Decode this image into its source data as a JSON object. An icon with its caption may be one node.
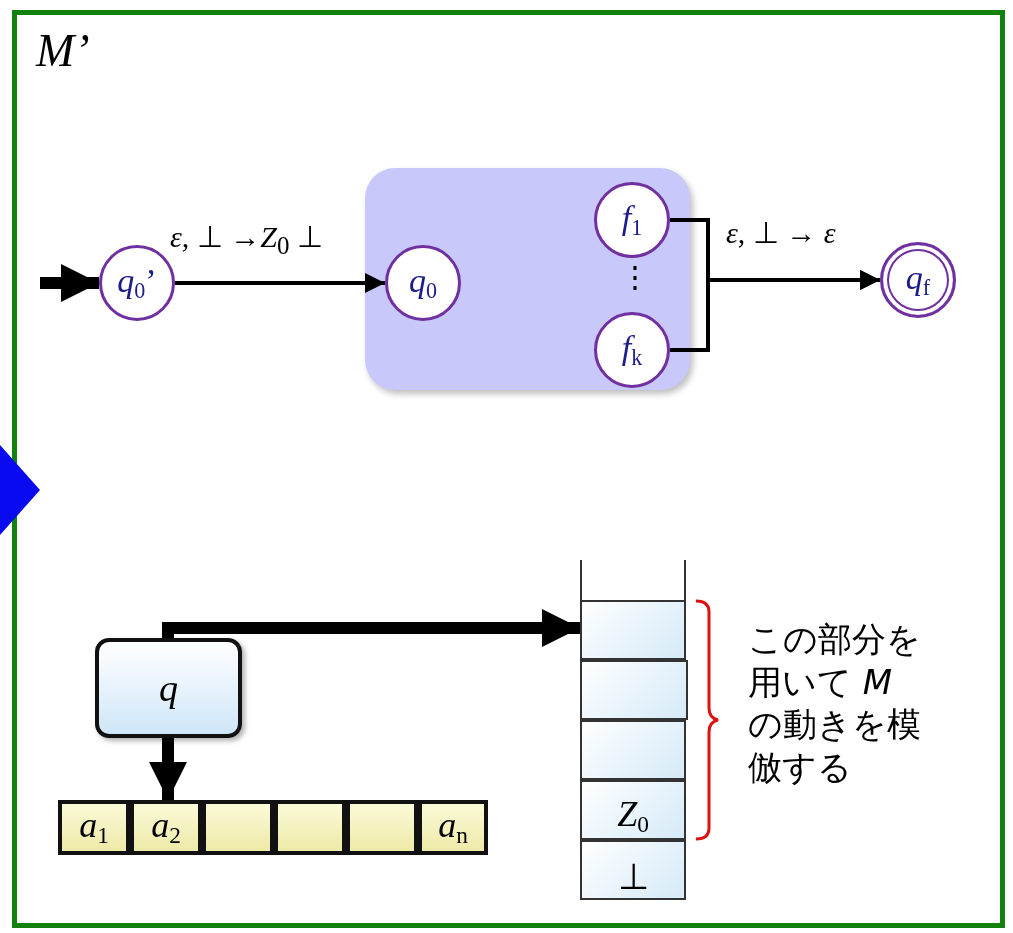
{
  "diagram": {
    "nodes": [
      {
        "text": [
          "M’"
        ]
      },
      {
        "text": [
          "*q*$_{0}$’"
        ],
        "in": 0
      },
      {
        "text": [],
        "shape": "box",
        "in": 0
      },
      {
        "text": [
          "*q*$_{0}$"
        ],
        "in": 2
      },
      {
        "text": [
          "*f*$_{1}$"
        ],
        "in": 2
      },
      {
        "text": [
          "*f*$_{k}$"
        ],
        "in": 2
      },
      {
        "text": [
          "*q*$_{f}$"
        ],
        "in": 0
      },
      {
        "text": [
          "q"
        ],
        "in": 0
      },
      {
        "text": [
          "*a*$_{1}$"
        ],
        "in": 0
      },
      {
        "text": [
          "*a*$_{2}$"
        ],
        "in": 0
      },
      {
        "text": [],
        "shape": "box",
        "in": 0
      },
      {
        "text": [],
        "shape": "box",
        "in": 0
      },
      {
        "text": [],
        "shape": "box",
        "in": 0
      },
      {
        "text": [
          "*a*$_{n}$"
        ],
        "in": 0
      },
      {
        "text": [],
        "shape": "box",
        "in": 0
      },
      {
        "text": [],
        "shape": "box",
        "in": 0
      },
      {
        "text": [],
        "shape": "box",
        "in": 0
      },
      {
        "text": [],
        "shape": "box",
        "in": 0
      },
      {
        "text": [
          "*Z*$_{0}$"
        ],
        "in": 0
      },
      {
        "text": [
          "⊥"
        ],
        "in": 0
      },
      {
        "text": [],
        "shape": "triangle"
      }
    ],
    "edges": [
      {
        "from": null,
        "to": 1,
        "arrow": "to",
        "style": "thick"
      },
      {
        "from": 1,
        "to": 3,
        "arrow": "to",
        "label": "*ε*, ⊥ →*Z*$_{0}$ ⊥"
      },
      {
        "from": 4,
        "to": 6,
        "arrow": "to",
        "label": "*ε*,  ⊥ → *ε*"
      },
      {
        "from": 5,
        "to": 6,
        "arrow": "to"
      },
      {
        "from": 7,
        "to": 15,
        "arrow": "to",
        "style": "thick"
      },
      {
        "from": 7,
        "to": 9,
        "arrow": "to",
        "style": "thick"
      }
    ],
    "labels": [
      "⋮",
      "この部分を用いて *M* の動きを模倣する"
    ]
  }
}
